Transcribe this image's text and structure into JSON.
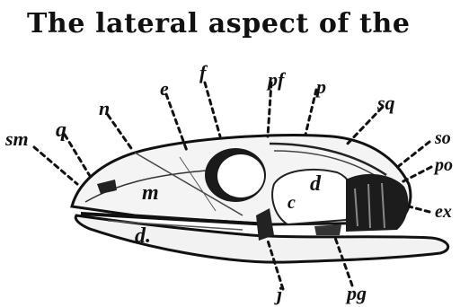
{
  "caption": {
    "text": "The lateral aspect of the"
  },
  "figure": {
    "labels": {
      "sm": "sm",
      "q": "q",
      "n": "n",
      "e": "e",
      "f": "f",
      "pf": "pf",
      "p": "p",
      "sq": "sq",
      "so": "so",
      "po": "po",
      "ex": "ex",
      "m": "m",
      "d_upper": "d",
      "c": "c",
      "d_lower": "d.",
      "j": "j",
      "pg": "pg"
    }
  }
}
